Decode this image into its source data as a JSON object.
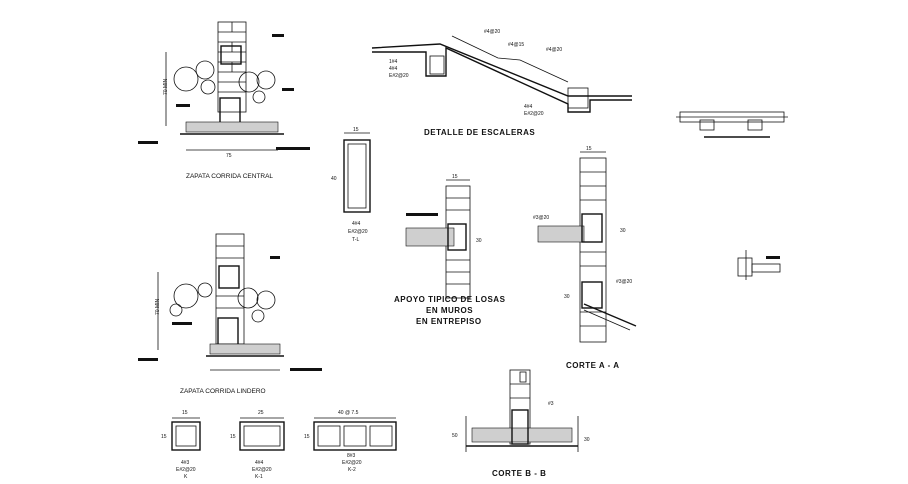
{
  "titles": {
    "zapata_central": "ZAPATA CORRIDA CENTRAL",
    "zapata_lindero": "ZAPATA CORRIDA LINDERO",
    "detalle_escaleras": "DETALLE DE ESCALERAS",
    "apoyo_1": "APOYO TIPICO DE LOSAS",
    "apoyo_2": "EN MUROS",
    "apoyo_3": "EN ENTREPISO",
    "corte_a": "CORTE A - A",
    "corte_b": "CORTE B - B"
  },
  "dimensions": {
    "d15": "15",
    "d25": "25",
    "d30": "30",
    "d40": "40",
    "d50": "50",
    "d75": "75",
    "d70": "70 MIN",
    "d40b": "40 @ 7.5"
  },
  "tie_beam": {
    "rebar": "4#4",
    "stirrup": "E#2@20",
    "name": "T-L"
  },
  "castillos": [
    {
      "rebar": "4#3",
      "stirrup": "E#2@20",
      "name": "K"
    },
    {
      "rebar": "4#4",
      "stirrup": "E#2@20",
      "name": "K-1"
    },
    {
      "rebar": "8#3",
      "stirrup": "E#2@20",
      "name": "K-2"
    }
  ],
  "stair_notes": {
    "n1": "#4@20",
    "n2": "#4@15",
    "n3": "#4@20",
    "n4": "1#4",
    "n5": "4#4",
    "n6": "E#2@20",
    "n7": "4#4",
    "n8": "E#2@20"
  },
  "corte_a_notes": {
    "top": "#3@20",
    "bottom": "#3@20"
  },
  "corte_b_notes": {
    "tag": "#3"
  }
}
